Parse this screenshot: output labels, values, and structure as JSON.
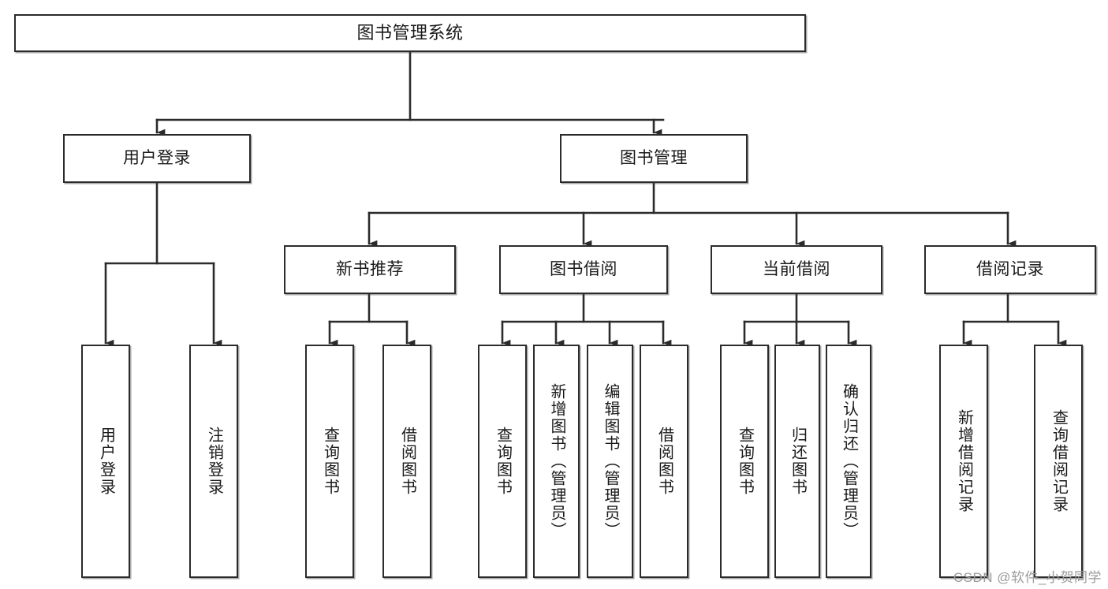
{
  "diagram": {
    "type": "tree-hierarchy",
    "title": "图书管理系统",
    "colors": {
      "background": "#ffffff",
      "box_fill": "#ffffff",
      "box_stroke": "#2b2b2b",
      "connector": "#2b2b2b",
      "text": "#1a1a1a",
      "watermark": "#9a9a9a"
    },
    "nodes": {
      "root": {
        "label": "图书管理系统"
      },
      "level2": [
        {
          "id": "user-login",
          "label": "用户登录"
        },
        {
          "id": "book-manage",
          "label": "图书管理"
        }
      ],
      "level3": [
        {
          "id": "new-book-recommend",
          "label": "新书推荐"
        },
        {
          "id": "book-borrow",
          "label": "图书借阅"
        },
        {
          "id": "current-borrow",
          "label": "当前借阅"
        },
        {
          "id": "borrow-record",
          "label": "借阅记录"
        }
      ],
      "leaves": {
        "user-login": [
          {
            "id": "leaf-user-login",
            "label": "用户登录"
          },
          {
            "id": "leaf-logout-login",
            "label": "注销登录"
          }
        ],
        "new-book-recommend": [
          {
            "id": "leaf-query-book-1",
            "label": "查询图书"
          },
          {
            "id": "leaf-borrow-book-1",
            "label": "借阅图书"
          }
        ],
        "book-borrow": [
          {
            "id": "leaf-query-book-2",
            "label": "查询图书"
          },
          {
            "id": "leaf-add-book-admin",
            "label": "新增图书（管理员）"
          },
          {
            "id": "leaf-edit-book-admin",
            "label": "编辑图书（管理员）"
          },
          {
            "id": "leaf-borrow-book-2",
            "label": "借阅图书"
          }
        ],
        "current-borrow": [
          {
            "id": "leaf-query-book-3",
            "label": "查询图书"
          },
          {
            "id": "leaf-return-book",
            "label": "归还图书"
          },
          {
            "id": "leaf-confirm-return-admin",
            "label": "确认归还（管理员）"
          }
        ],
        "borrow-record": [
          {
            "id": "leaf-add-borrow-record",
            "label": "新增借阅记录"
          },
          {
            "id": "leaf-query-borrow-record",
            "label": "查询借阅记录"
          }
        ]
      }
    },
    "watermark": "CSDN @软件_小贺同学"
  }
}
